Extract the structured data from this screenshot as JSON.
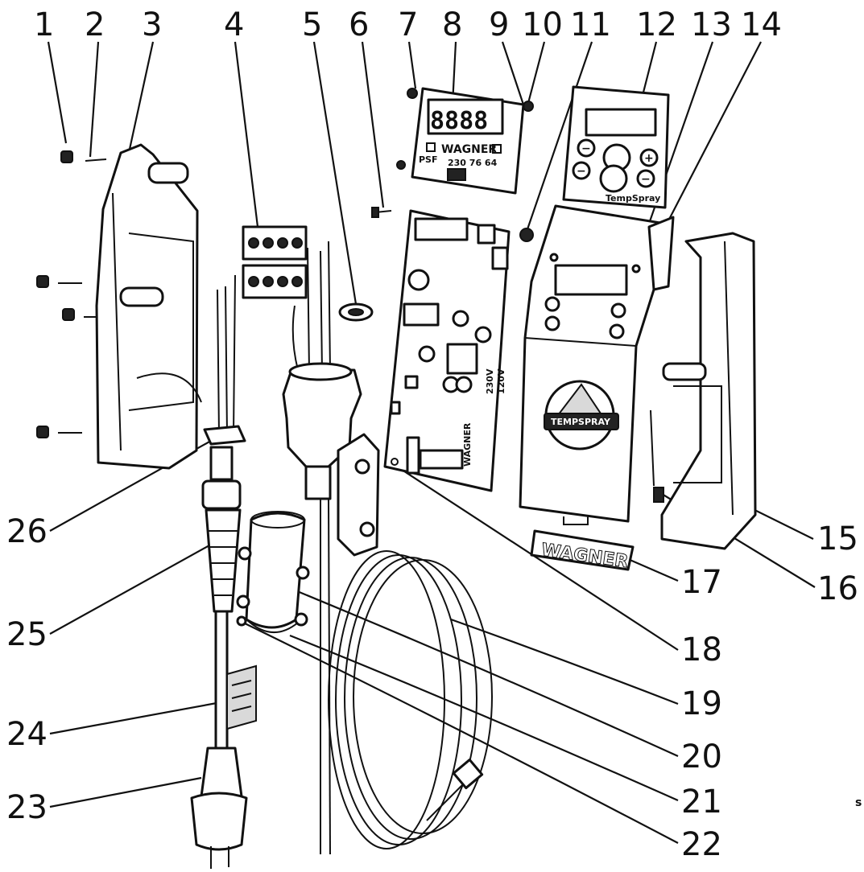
{
  "callouts": [
    "1",
    "2",
    "3",
    "4",
    "5",
    "6",
    "7",
    "8",
    "9",
    "10",
    "11",
    "12",
    "13",
    "14",
    "15",
    "16",
    "17",
    "18",
    "19",
    "20",
    "21",
    "22",
    "23",
    "24",
    "25",
    "26"
  ],
  "display": {
    "digits": "8888",
    "brand": "WAGNER",
    "row1": "PSF",
    "row2": "230 76 64"
  },
  "front_panel": {
    "label": "TempSpray"
  },
  "board": {
    "text1": "230V",
    "text2": "120V",
    "text3": "WAGNER"
  },
  "housing": {
    "logo_text": "TEMPSPRAY"
  },
  "nameplate": {
    "text": "WAGNER"
  },
  "edge_mark": "s"
}
